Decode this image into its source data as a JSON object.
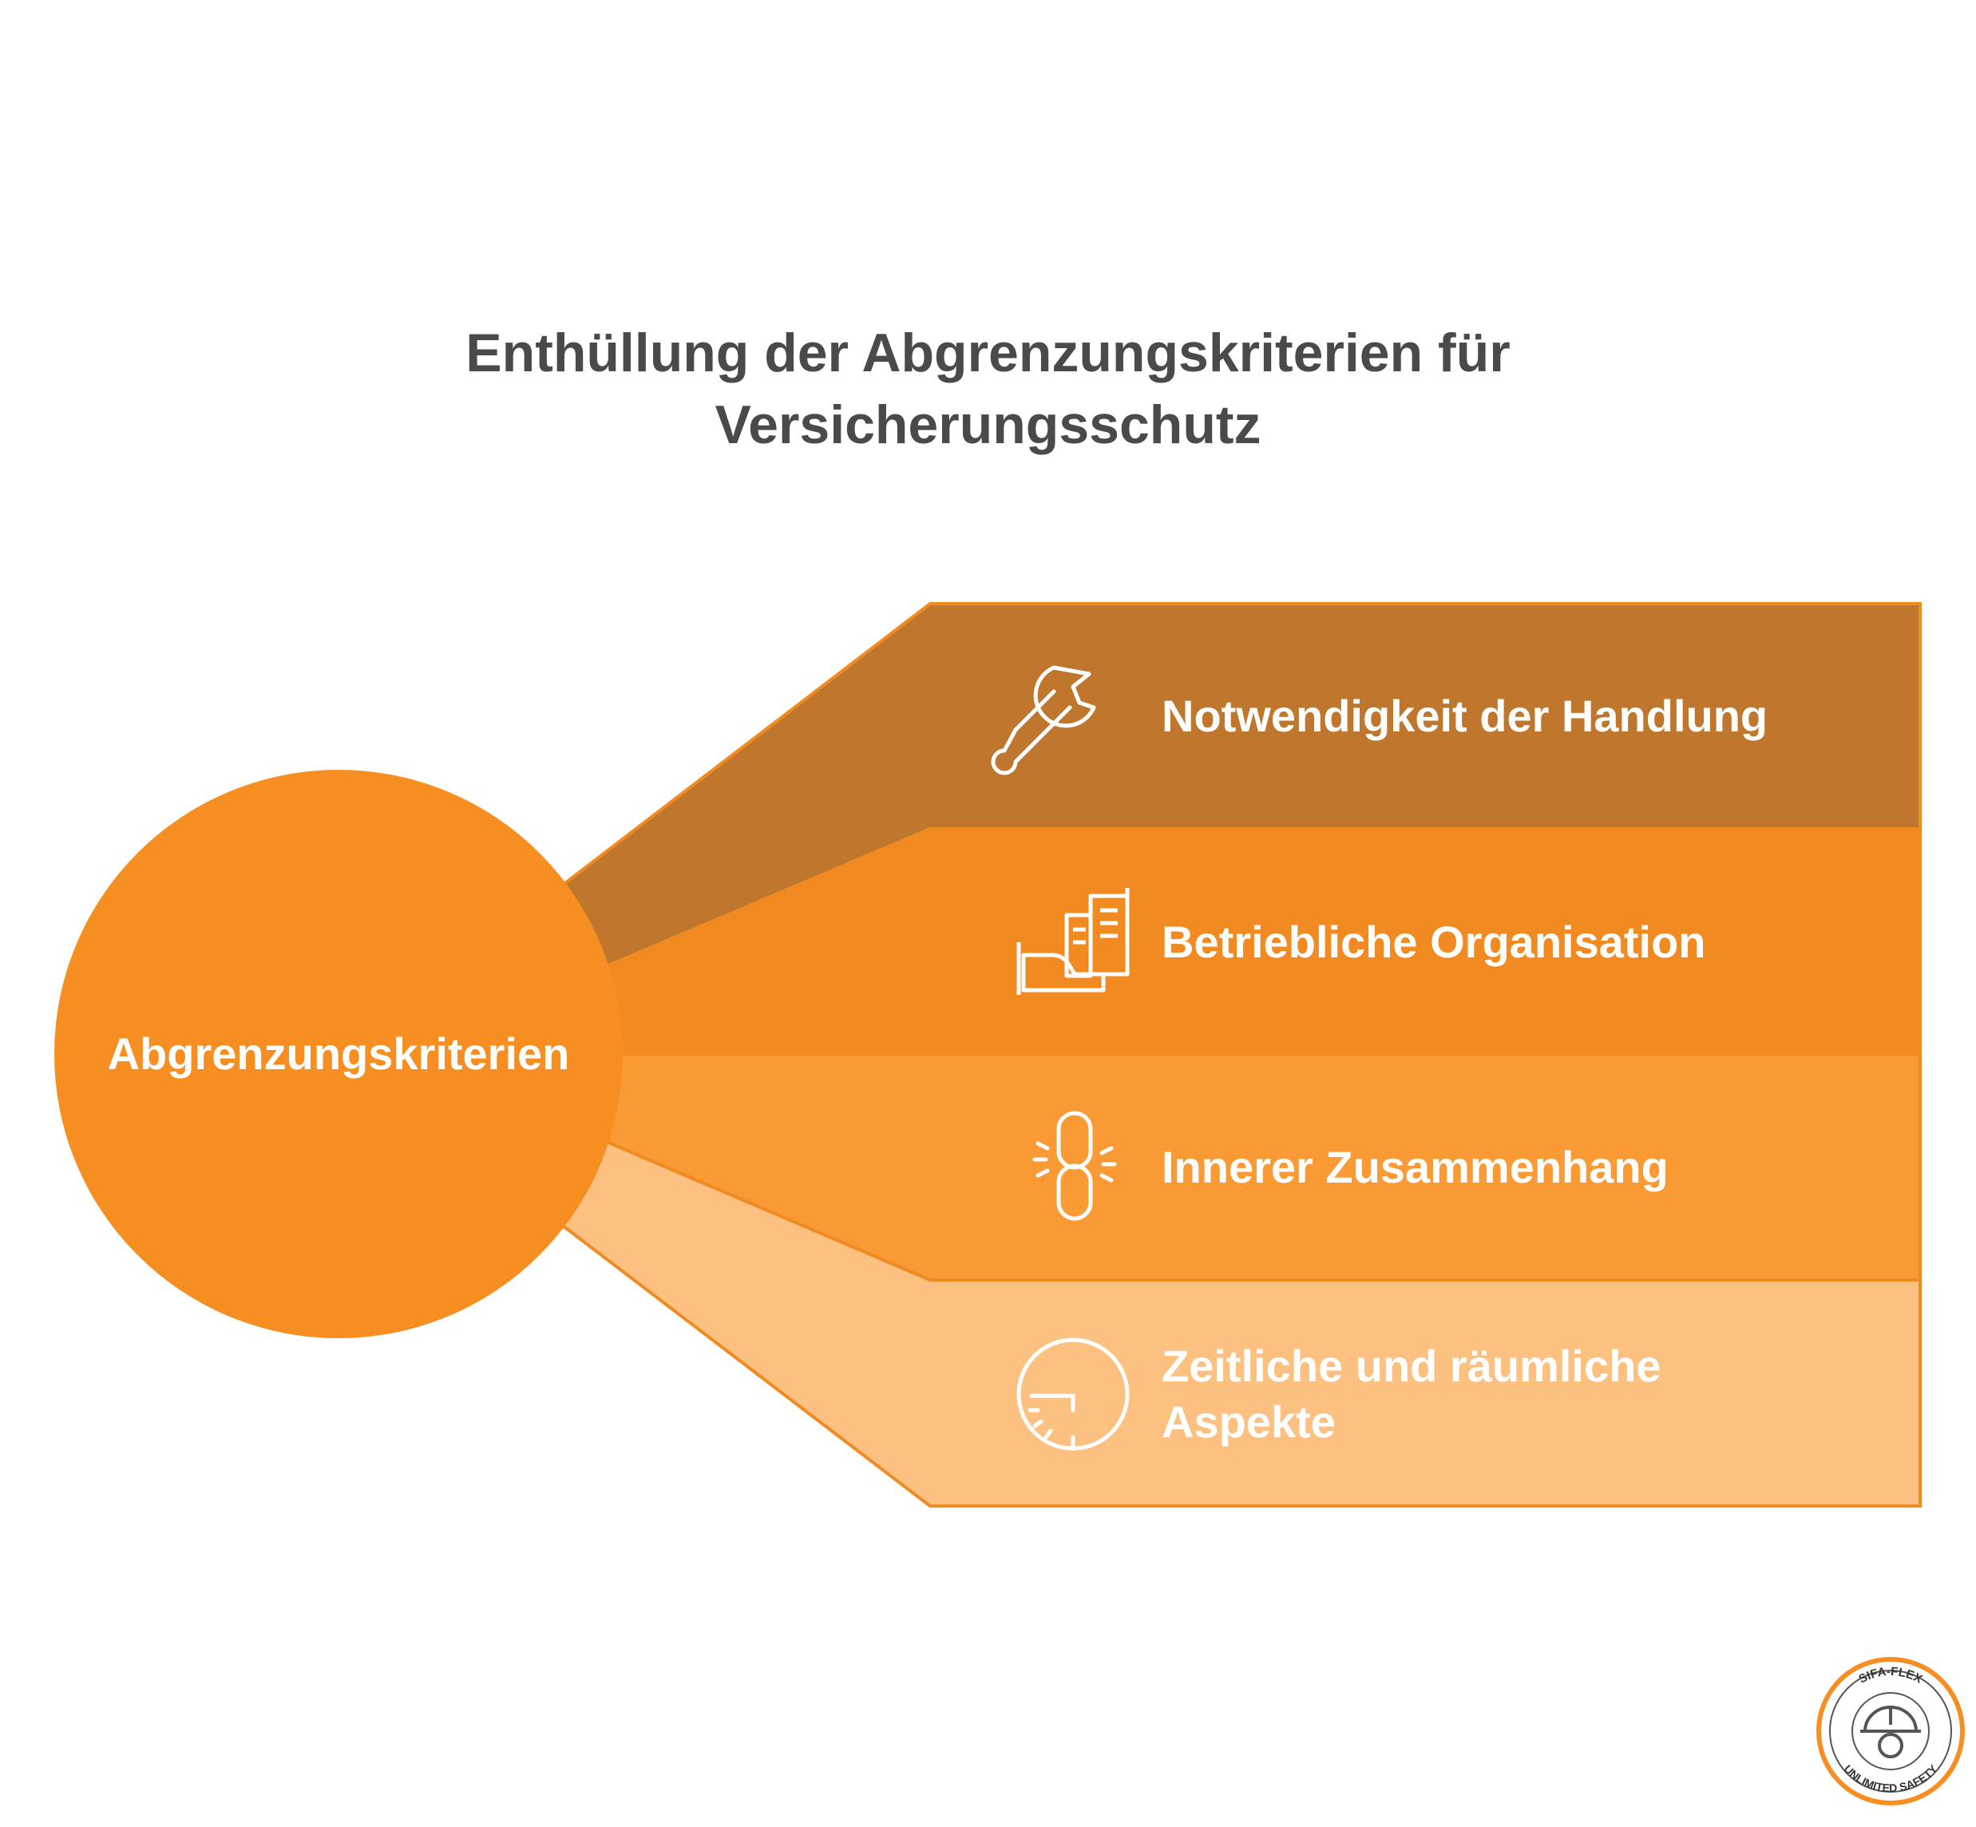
{
  "title": {
    "line1": "Enthüllung der Abgrenzungskriterien für",
    "line2": "Versicherungsschutz"
  },
  "center": {
    "label": "Abgrenzungskriterien",
    "color": "#F68E21"
  },
  "branches": [
    {
      "label": "Notwendigkeit der Handlung",
      "icon": "wrench-icon",
      "color": "#BE772D"
    },
    {
      "label": "Betriebliche Organisation",
      "icon": "buildings-icon",
      "color": "#F08A21"
    },
    {
      "label": "Innerer Zusammenhang",
      "icon": "broken-link-icon",
      "color": "#FA9A35"
    },
    {
      "label_line1": "Zeitliche und räumliche",
      "label_line2": "Aspekte",
      "icon": "clock-icon",
      "color": "#FCC080"
    }
  ],
  "logo": {
    "top_text": "SIFA-FLEX",
    "bottom_text": "UNLIMITED SAFETY",
    "icon": "hardhat-gear-icon",
    "ring_color": "#F68E21"
  }
}
